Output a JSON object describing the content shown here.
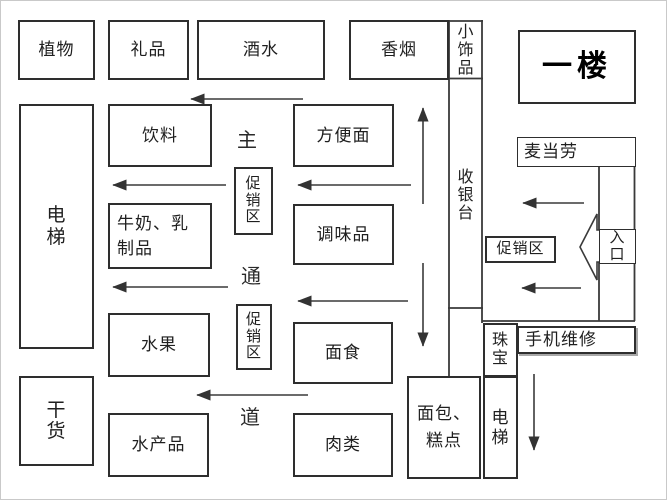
{
  "diagram": {
    "floor_badge": "一楼",
    "aisle": {
      "zhu": "主",
      "tong": "通",
      "dao": "道"
    },
    "top_row": {
      "plants": "植物",
      "gifts": "礼品",
      "liquor": "酒水",
      "cigarettes": "香烟"
    },
    "checkout_column": {
      "accessories": "小饰品",
      "cashier": "收银台"
    },
    "left_column": {
      "elevator": "电梯",
      "dry_goods": "干货"
    },
    "shelves": {
      "beverages": "饮料",
      "instant_noodles": "方便面",
      "dairy": "牛奶、乳制品",
      "seasonings": "调味品",
      "fruits": "水果",
      "noodles": "面食",
      "seafood": "水产品",
      "meat": "肉类",
      "bakery": "面包、糕点"
    },
    "promo_zones": {
      "aisle_upper": "促销区",
      "aisle_lower": "促销区",
      "entrance_area": "促销区"
    },
    "right_side": {
      "mcdonalds": "麦当劳",
      "entrance": "入口",
      "phone_repair": "手机维修",
      "jewelry": "珠宝",
      "elevator": "电梯"
    }
  }
}
